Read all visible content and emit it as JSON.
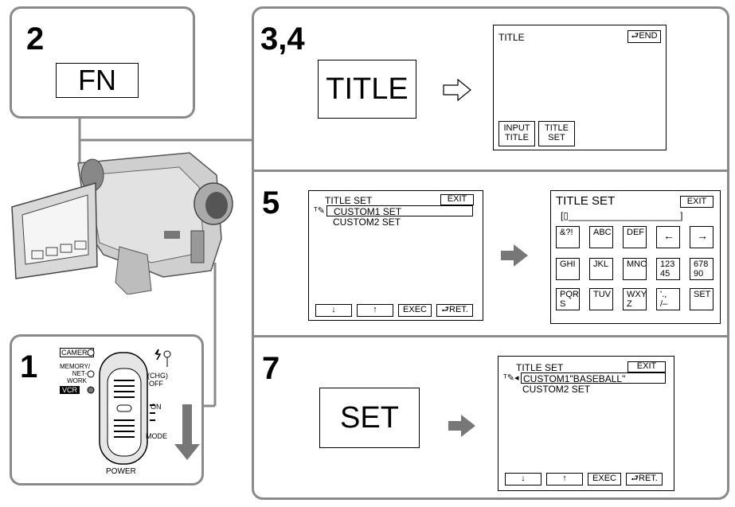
{
  "step2": {
    "num": "2",
    "button": "FN"
  },
  "step1": {
    "num": "1",
    "mode_camera": "CAMERA",
    "mode_memory": "MEMORY/\nNET-\nWORK",
    "mode_vcr": "VCR",
    "chg": "(CHG)",
    "off": "OFF",
    "on": "ON",
    "mode": "MODE",
    "power": "POWER"
  },
  "step34": {
    "num": "3,4",
    "button": "TITLE",
    "screen_title": "TITLE",
    "end": "END",
    "btn_input": "INPUT\nTITLE",
    "btn_title_set": "TITLE\nSET"
  },
  "step5": {
    "num": "5",
    "left": {
      "title": "TITLE SET",
      "exit": "EXIT",
      "item1": "CUSTOM1 SET",
      "item2": "CUSTOM2 SET",
      "down": "↓",
      "up": "↑",
      "exec": "EXEC",
      "ret": "RET."
    },
    "right": {
      "title": "TITLE SET",
      "exit": "EXIT",
      "entry": "[▯_____________________]",
      "keys": [
        "&?!",
        "ABC",
        "DEF",
        "←",
        "→",
        "GHI",
        "JKL",
        "MNO",
        "123\n45",
        "678\n90",
        "PQR\nS",
        "TUV",
        "WXY\nZ",
        "'.,\n/–",
        "SET"
      ]
    }
  },
  "step7": {
    "num": "7",
    "button": "SET",
    "title": "TITLE SET",
    "exit": "EXIT",
    "item1": "CUSTOM1\"BASEBALL\"",
    "item2": "CUSTOM2 SET",
    "down": "↓",
    "up": "↑",
    "exec": "EXEC",
    "ret": "RET."
  }
}
